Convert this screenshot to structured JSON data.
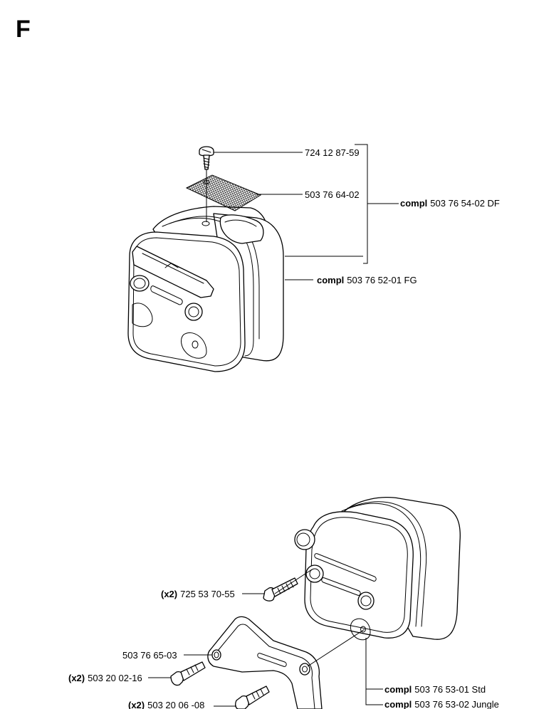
{
  "section_letter": "F",
  "callouts": {
    "screw_top": {
      "text": "724 12 87-59"
    },
    "screen": {
      "text": "503 76 64-02"
    },
    "muffler_df": {
      "prefix": "compl",
      "text": "503 76 54-02 DF"
    },
    "muffler_fg": {
      "prefix": "compl",
      "text": "503 76 52-01 FG"
    },
    "bolt_x2_a": {
      "qty": "(x2)",
      "text": "725 53 70-55"
    },
    "bracket": {
      "text": "503 76 65-03"
    },
    "bolt_x2_b": {
      "qty": "(x2)",
      "text": "503 20 02-16"
    },
    "bolt_x2_c": {
      "qty": "(x2)",
      "text": "503 20 06 -08"
    },
    "muffler_std": {
      "prefix": "compl",
      "text": "503 76 53-01 Std"
    },
    "muffler_jungle": {
      "prefix": "compl",
      "text": "503 76 53-02 Jungle"
    }
  }
}
